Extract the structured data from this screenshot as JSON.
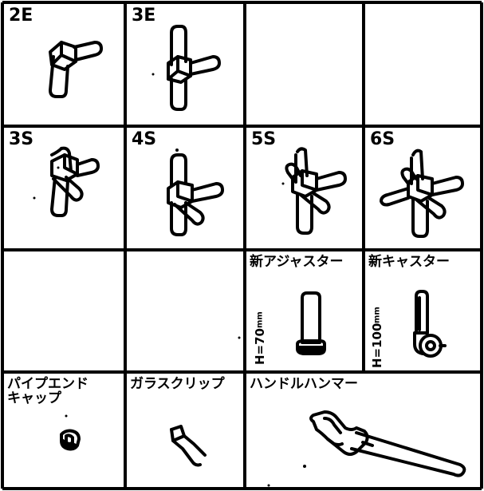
{
  "cells": {
    "c2e": "2E",
    "c3e": "3E",
    "c3s": "3S",
    "c4s": "4S",
    "c5s": "5S",
    "c6s": "6S",
    "adjuster": "新アジャスター",
    "adjuster_height": "H=70",
    "adjuster_unit": "mm",
    "caster": "新キャスター",
    "caster_height": "H=100",
    "caster_unit": "mm",
    "pipe_end_cap": "パイプエンド\nキャップ",
    "glass_clip": "ガラスクリップ",
    "handle_hammer": "ハンドルハンマー"
  },
  "icons": {
    "c2e": "elbow-joint-2e-icon",
    "c3e": "tee-joint-3e-icon",
    "c3s": "joint-3s-icon",
    "c4s": "joint-4s-icon",
    "c5s": "joint-5s-icon",
    "c6s": "joint-6s-icon",
    "adjuster": "adjuster-icon",
    "caster": "caster-icon",
    "pipe_end_cap": "end-cap-icon",
    "glass_clip": "glass-clip-icon",
    "handle_hammer": "hammer-icon"
  }
}
